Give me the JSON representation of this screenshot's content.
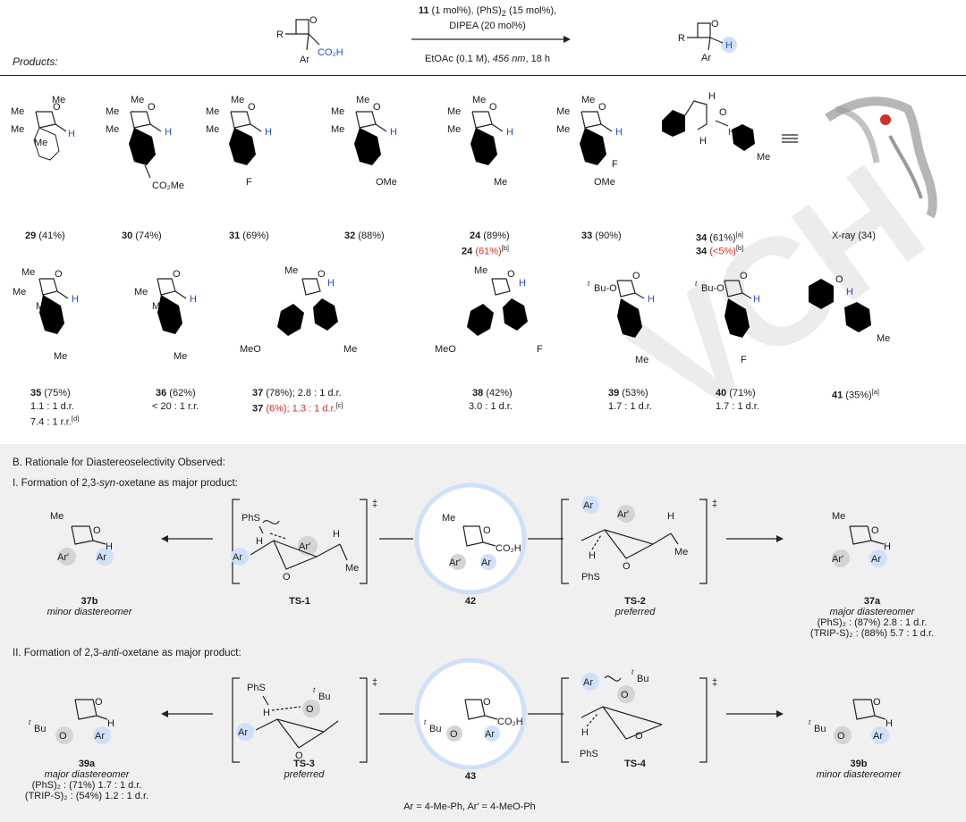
{
  "scheme_a": {
    "products_label": "Products:",
    "conditions": {
      "line1_num": "11",
      "line1_rest": " (1 mol%), (PhS)",
      "line1_sub": "2",
      "line1_tail": " (15 mol%),",
      "line2": "DIPEA (20 mol%)",
      "line3_a": "EtOAc (0.1 M), ",
      "line3_b": "456 nm",
      "line3_c": ", 18 h"
    },
    "substrate_labels": {
      "r": "R",
      "o": "O",
      "co2h": "CO₂H",
      "ar": "Ar"
    },
    "product_labels": {
      "r": "R",
      "o": "O",
      "h": "H",
      "ar": "Ar"
    },
    "xray_label": "X-ray (34)"
  },
  "row1": [
    {
      "num": "29",
      "text": " (41%)",
      "substituent": ""
    },
    {
      "num": "30",
      "text": " (74%)",
      "substituent": "CO₂Me"
    },
    {
      "num": "31",
      "text": " (69%)",
      "substituent": "F"
    },
    {
      "num": "32",
      "text": " (88%)",
      "substituent": "OMe"
    },
    {
      "num": "24",
      "text": " (89%)",
      "substituent": "Me",
      "line2_num": "24",
      "line2_red": "(61%)",
      "line2_sup": "[b]"
    },
    {
      "num": "33",
      "text": " (90%)",
      "substituent": "OMe",
      "substituent2": "F"
    },
    {
      "num": "34",
      "text": " (61%)",
      "sup": "[a]",
      "substituent": "Me",
      "line2_num": "34",
      "line2_red": "(<5%)",
      "line2_sup": "[b]"
    }
  ],
  "row2": [
    {
      "num": "35",
      "text": " (75%)",
      "l2": "1.1 : 1 d.r.",
      "l3": "7.4 : 1 r.r.",
      "l3sup": "[d]"
    },
    {
      "num": "36",
      "text": " (62%)",
      "l2": "< 20 : 1 r.r."
    },
    {
      "num": "37",
      "text": " (78%); 2.8 : 1 d.r.",
      "l2num": "37",
      "l2red": "(6%); 1.3 : 1 d.r.",
      "l2sup": "[c]"
    },
    {
      "num": "38",
      "text": " (42%)",
      "l2": "3.0 : 1 d.r."
    },
    {
      "num": "39",
      "text": " (53%)",
      "l2": "1.7 : 1 d.r."
    },
    {
      "num": "40",
      "text": " (71%)",
      "l2": "1.7 : 1 d.r."
    },
    {
      "num": "41",
      "text": " (35%)",
      "sup": "[a]"
    }
  ],
  "panel_b": {
    "title": "B. Rationale for Diastereoselectivity Observed:",
    "section1_a": "I. Formation of 2,3-",
    "section1_it": "syn",
    "section1_b": "-oxetane as major product:",
    "section2_a": "II. Formation of 2,3-",
    "section2_it": "anti",
    "section2_b": "-oxetane as major product:",
    "c37b": "37b",
    "c37b_sub": "minor diastereomer",
    "cts1": "TS-1",
    "c42": "42",
    "cts2": "TS-2",
    "cts2_sub": "preferred",
    "c37a": "37a",
    "c37a_sub": "major diastereomer",
    "c37a_l1": "(PhS)₂ : (87%) 2.8 : 1 d.r.",
    "c37a_l2": "(TRIP-S)₂ : (88%) 5.7 : 1 d.r.",
    "c39a": "39a",
    "c39a_sub": "major diastereomer",
    "c39a_l1": "(PhS)₂ : (71%) 1.7 : 1 d.r.",
    "c39a_l2": "(TRIP-S)₂ : (54%) 1.2 : 1 d.r.",
    "cts3": "TS-3",
    "cts3_sub": "preferred",
    "c43": "43",
    "cts4": "TS-4",
    "c39b": "39b",
    "c39b_sub": "minor diastereomer",
    "footnote": "Ar = 4-Me-Ph, Ar′ = 4-MeO-Ph",
    "dagger": "‡",
    "labels": {
      "me": "Me",
      "o": "O",
      "h": "H",
      "ar": "Ar",
      "arp": "Ar′",
      "phs": "PhS",
      "tbu": "Bu",
      "t": "t",
      "co2h": "CO₂H"
    }
  },
  "colors": {
    "blue_highlight": "#cfe0fa",
    "grey_highlight": "#d4d4d4",
    "hydrogen": "#1f4fd0",
    "red_note": "#d0302a",
    "panel_bg": "#f0f0f0",
    "ring": "#cfe0fa"
  }
}
